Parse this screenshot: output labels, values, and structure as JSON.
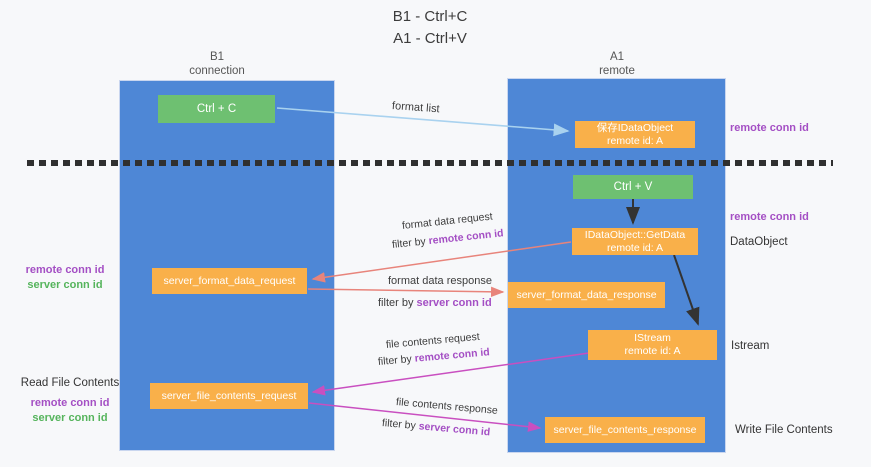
{
  "title": {
    "line1": "B1 - Ctrl+C",
    "line2": "A1 - Ctrl+V"
  },
  "columns": {
    "left": {
      "name": "B1",
      "subtitle": "connection"
    },
    "right": {
      "name": "A1",
      "subtitle": "remote"
    }
  },
  "boxes": {
    "ctrl_c": "Ctrl + C",
    "ctrl_v": "Ctrl + V",
    "save_idataobject": {
      "line1": "保存IDataObject",
      "line2": "remote id: A"
    },
    "getdata": {
      "line1": "IDataObject::GetData",
      "line2": "remote id: A"
    },
    "istream": {
      "line1": "IStream",
      "line2": "remote id: A"
    },
    "server_format_data_request": "server_format_data_request",
    "server_format_data_response": "server_format_data_response",
    "server_file_contents_request": "server_file_contents_request",
    "server_file_contents_response": "server_file_contents_response"
  },
  "flow_labels": {
    "format_list": "format list",
    "format_data_request": "format data request",
    "format_data_response": "format data response",
    "file_contents_request": "file contents request",
    "file_contents_response": "file contents response",
    "filter_by": "filter by",
    "remote_conn_id": "remote conn id",
    "server_conn_id": "server conn id"
  },
  "side_labels": {
    "remote_conn_id": "remote conn id",
    "server_conn_id": "server conn id",
    "dataobject": "DataObject",
    "istream": "Istream",
    "read_file_contents": "Read File Contents",
    "write_file_contents": "Write File Contents"
  },
  "colors": {
    "lane_blue": "#4e87d6",
    "box_orange": "#f9b04a",
    "box_green": "#6ec071",
    "arrow_light_blue": "#a9d2ef",
    "arrow_salmon": "#e8847b",
    "arrow_magenta": "#c94fc0",
    "arrow_black": "#333333",
    "label_purple": "#a44fc4",
    "label_green": "#55b45c"
  }
}
